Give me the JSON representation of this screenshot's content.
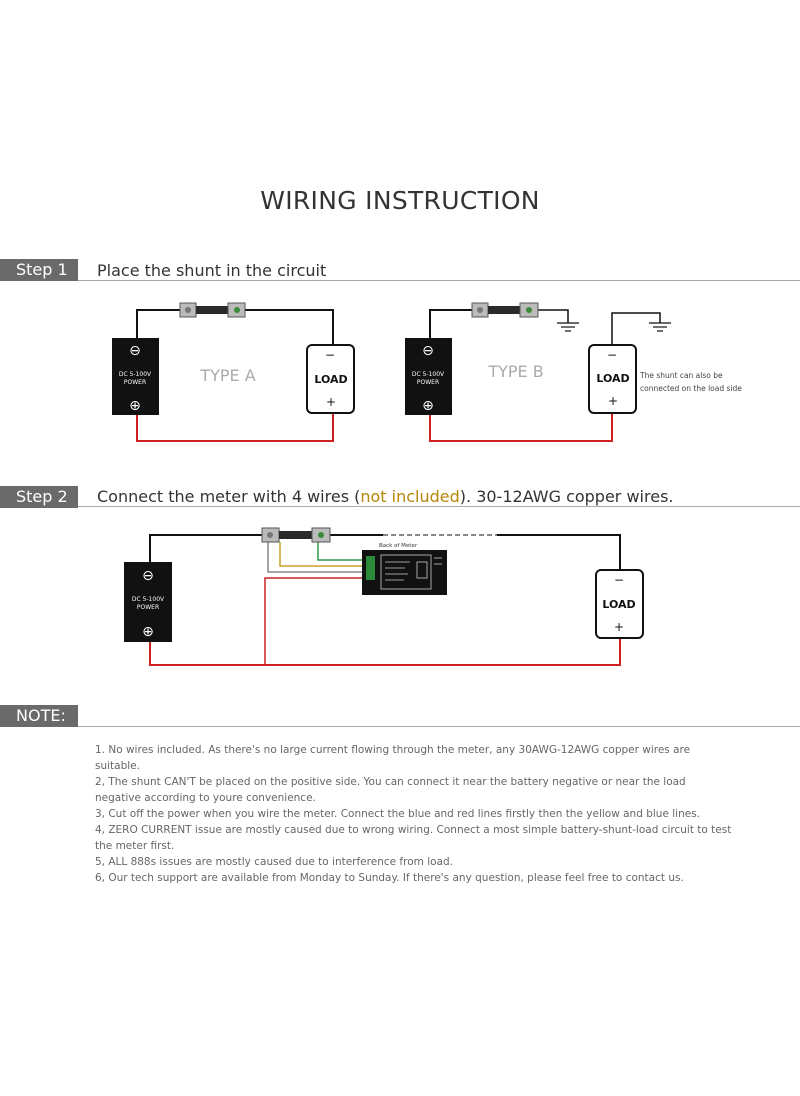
{
  "title": "WIRING INSTRUCTION",
  "step1": {
    "tag": "Step 1",
    "text": "Place the shunt in the circuit",
    "type_a_label": "TYPE A",
    "type_b_label": "TYPE B",
    "power_line1": "DC 5-100V",
    "power_line2": "POWER",
    "load_label": "LOAD",
    "load_side_note_line1": "The shunt can also be",
    "load_side_note_line2": "connected  on the load side"
  },
  "step2": {
    "tag": "Step 2",
    "text_before": "Connect the meter with 4 wires (",
    "text_highlight": "not included",
    "text_after": "). 30-12AWG copper wires.",
    "power_line1": "DC 5-100V",
    "power_line2": "POWER",
    "load_label": "LOAD",
    "meter_caption": "Back of Meter"
  },
  "note": {
    "tag": "NOTE:",
    "lines": [
      "1. No wires included. As there's no large current flowing through the meter, any 30AWG-12AWG copper wires are suitable.",
      "2, The shunt CAN'T be placed on the positive side. You can connect it near the battery negative or near the load",
      "negative according to youre convenience.",
      "3, Cut off the power when you wire the meter. Connect the blue and red lines firstly then the yellow and blue lines.",
      "4, ZERO CURRENT issue are mostly caused due to wrong wiring. Connect a most simple battery-shunt-load circuit to test",
      "the meter first.",
      "5, ALL 888s issues are mostly caused due to interference from load.",
      "6, Our tech support are available from Monday to Sunday. If there's any question, please feel free to contact us."
    ]
  },
  "colors": {
    "negative_wire": "#111111",
    "positive_wire": "#cc2222",
    "yellow_wire": "#c9a227",
    "green_wire": "#2e9b4a",
    "grey_wire": "#888888"
  }
}
